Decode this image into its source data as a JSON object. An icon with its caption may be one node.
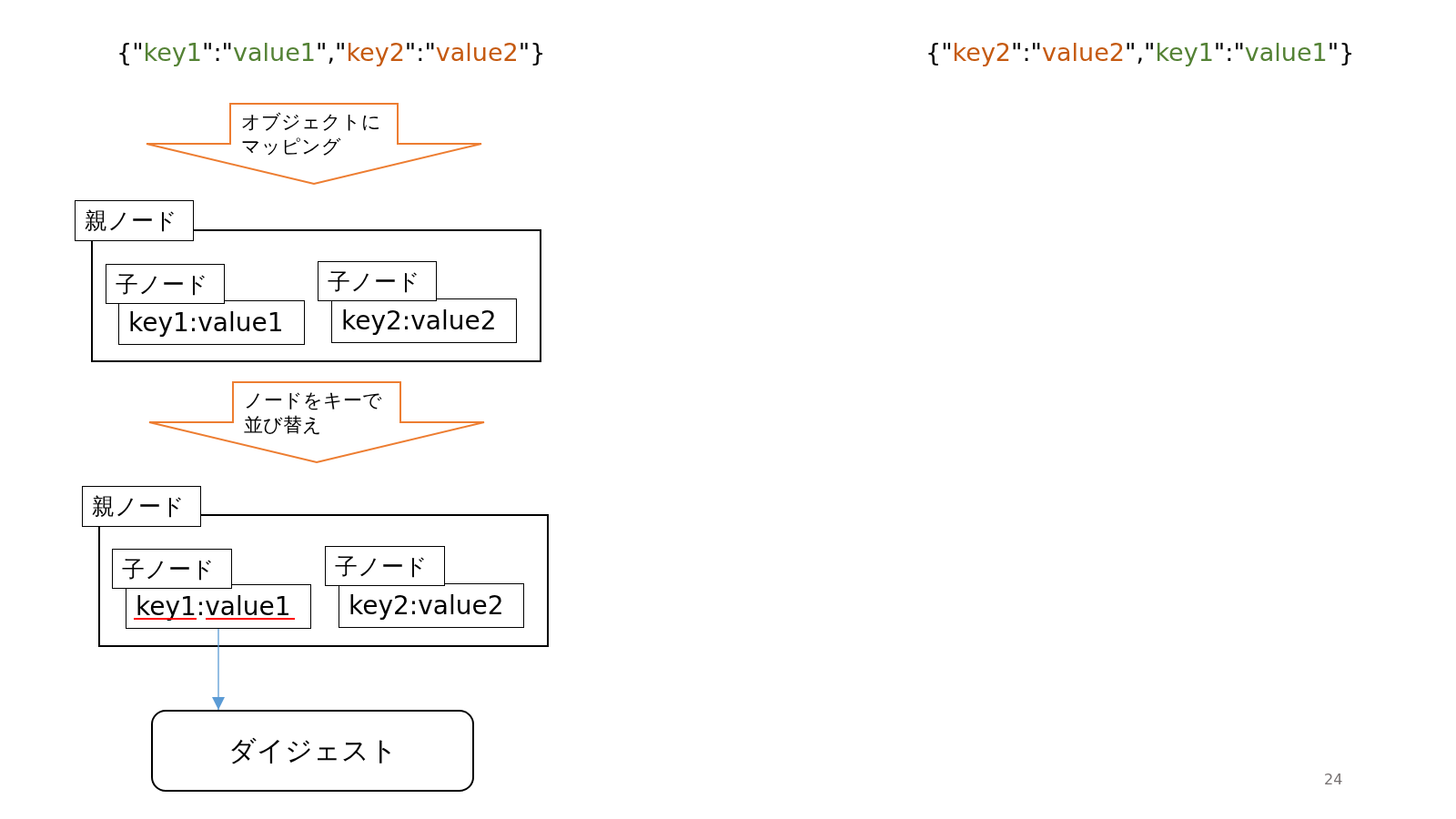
{
  "diagram": {
    "nodes": [
      {
        "text": [
          "オブジェクトにマッピング"
        ]
      },
      {
        "text": [
          "親ノード"
        ]
      },
      {
        "text": [],
        "shape": "box"
      },
      {
        "text": [
          "子ノード"
        ],
        "in": 2
      },
      {
        "text": [
          "key1:value1"
        ],
        "in": 2
      },
      {
        "text": [
          "子ノード"
        ],
        "in": 2
      },
      {
        "text": [
          "key2:value2"
        ],
        "in": 2
      },
      {
        "text": [
          "ノードをキーで並び替え"
        ]
      },
      {
        "text": [
          "親ノード"
        ]
      },
      {
        "text": [],
        "shape": "box"
      },
      {
        "text": [
          "子ノード"
        ],
        "in": 9
      },
      {
        "text": [
          "key1:value1"
        ],
        "in": 9
      },
      {
        "text": [
          "子ノード"
        ],
        "in": 9
      },
      {
        "text": [
          "key2:value2"
        ],
        "in": 9
      },
      {
        "text": [
          "ダイジェスト"
        ]
      }
    ],
    "edges": [
      {
        "from": 11,
        "to": 14,
        "arrow": "to",
        "color": "#5b9bd5"
      }
    ],
    "labels": [
      "{\"key1\":\"value1\",\"key2\":\"value2\"}",
      "{\"key2\":\"value2\",\"key1\":\"value1\"}",
      "24"
    ]
  }
}
